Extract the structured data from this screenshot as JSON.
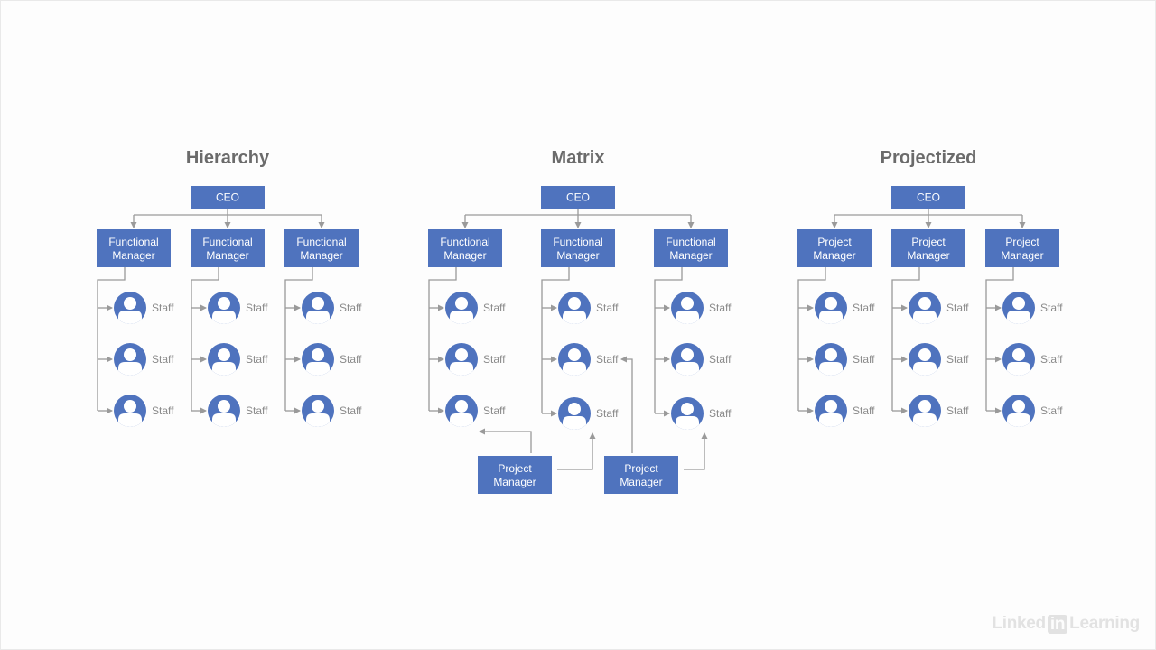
{
  "colors": {
    "box": "#4f73be",
    "avatar": "#4f73be",
    "line": "#9a9a9a",
    "title": "#6b6b6b"
  },
  "panels": [
    {
      "title": "Hierarchy",
      "top": "CEO",
      "managers": [
        {
          "line1": "Functional",
          "line2": "Manager"
        },
        {
          "line1": "Functional",
          "line2": "Manager"
        },
        {
          "line1": "Functional",
          "line2": "Manager"
        }
      ],
      "staff_label": "Staff"
    },
    {
      "title": "Matrix",
      "top": "CEO",
      "managers": [
        {
          "line1": "Functional",
          "line2": "Manager"
        },
        {
          "line1": "Functional",
          "line2": "Manager"
        },
        {
          "line1": "Functional",
          "line2": "Manager"
        }
      ],
      "staff_label": "Staff",
      "project_managers": [
        {
          "line1": "Project",
          "line2": "Manager"
        },
        {
          "line1": "Project",
          "line2": "Manager"
        }
      ]
    },
    {
      "title": "Projectized",
      "top": "CEO",
      "managers": [
        {
          "line1": "Project",
          "line2": "Manager"
        },
        {
          "line1": "Project",
          "line2": "Manager"
        },
        {
          "line1": "Project",
          "line2": "Manager"
        }
      ],
      "staff_label": "Staff"
    }
  ],
  "logo": {
    "left": "Linked",
    "mark": "in",
    "right": "Learning"
  }
}
